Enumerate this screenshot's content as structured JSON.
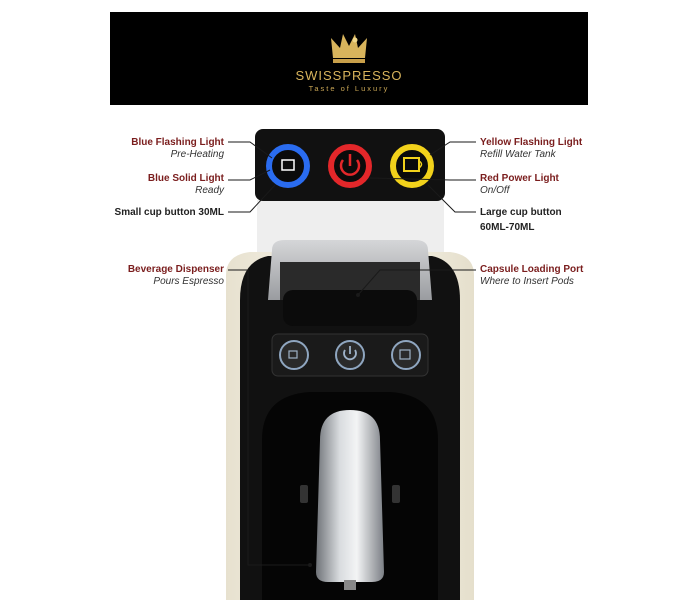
{
  "brand": {
    "name": "SWISSPRESSO",
    "tagline": "Taste of Luxury"
  },
  "labels": {
    "blue_flashing": {
      "title": "Blue Flashing Light",
      "sub": "Pre-Heating"
    },
    "blue_solid": {
      "title": "Blue Solid Light",
      "sub": "Ready"
    },
    "small_cup": {
      "title": "Small cup button 30ML"
    },
    "yellow_flashing": {
      "title": "Yellow Flashing Light",
      "sub": "Refill Water Tank"
    },
    "red_power": {
      "title": "Red Power Light",
      "sub": "On/Off"
    },
    "large_cup": {
      "title": "Large cup button",
      "sub": "60ML-70ML"
    },
    "beverage": {
      "title": "Beverage Dispenser",
      "sub": "Pours Espresso"
    },
    "capsule": {
      "title": "Capsule Loading Port",
      "sub": "Where to Insert Pods"
    }
  },
  "colors": {
    "accent_red": "#7a1d1d",
    "gold": "#d8b45c",
    "blue_light": "#2a6cf0",
    "red_light": "#e3272a",
    "yellow_light": "#f2d21b",
    "machine_body": "#f4f0e4"
  },
  "icons": {
    "crown": "crown-logo-icon",
    "small_cup": "small-cup-icon",
    "power": "power-icon",
    "large_cup": "large-cup-icon"
  }
}
